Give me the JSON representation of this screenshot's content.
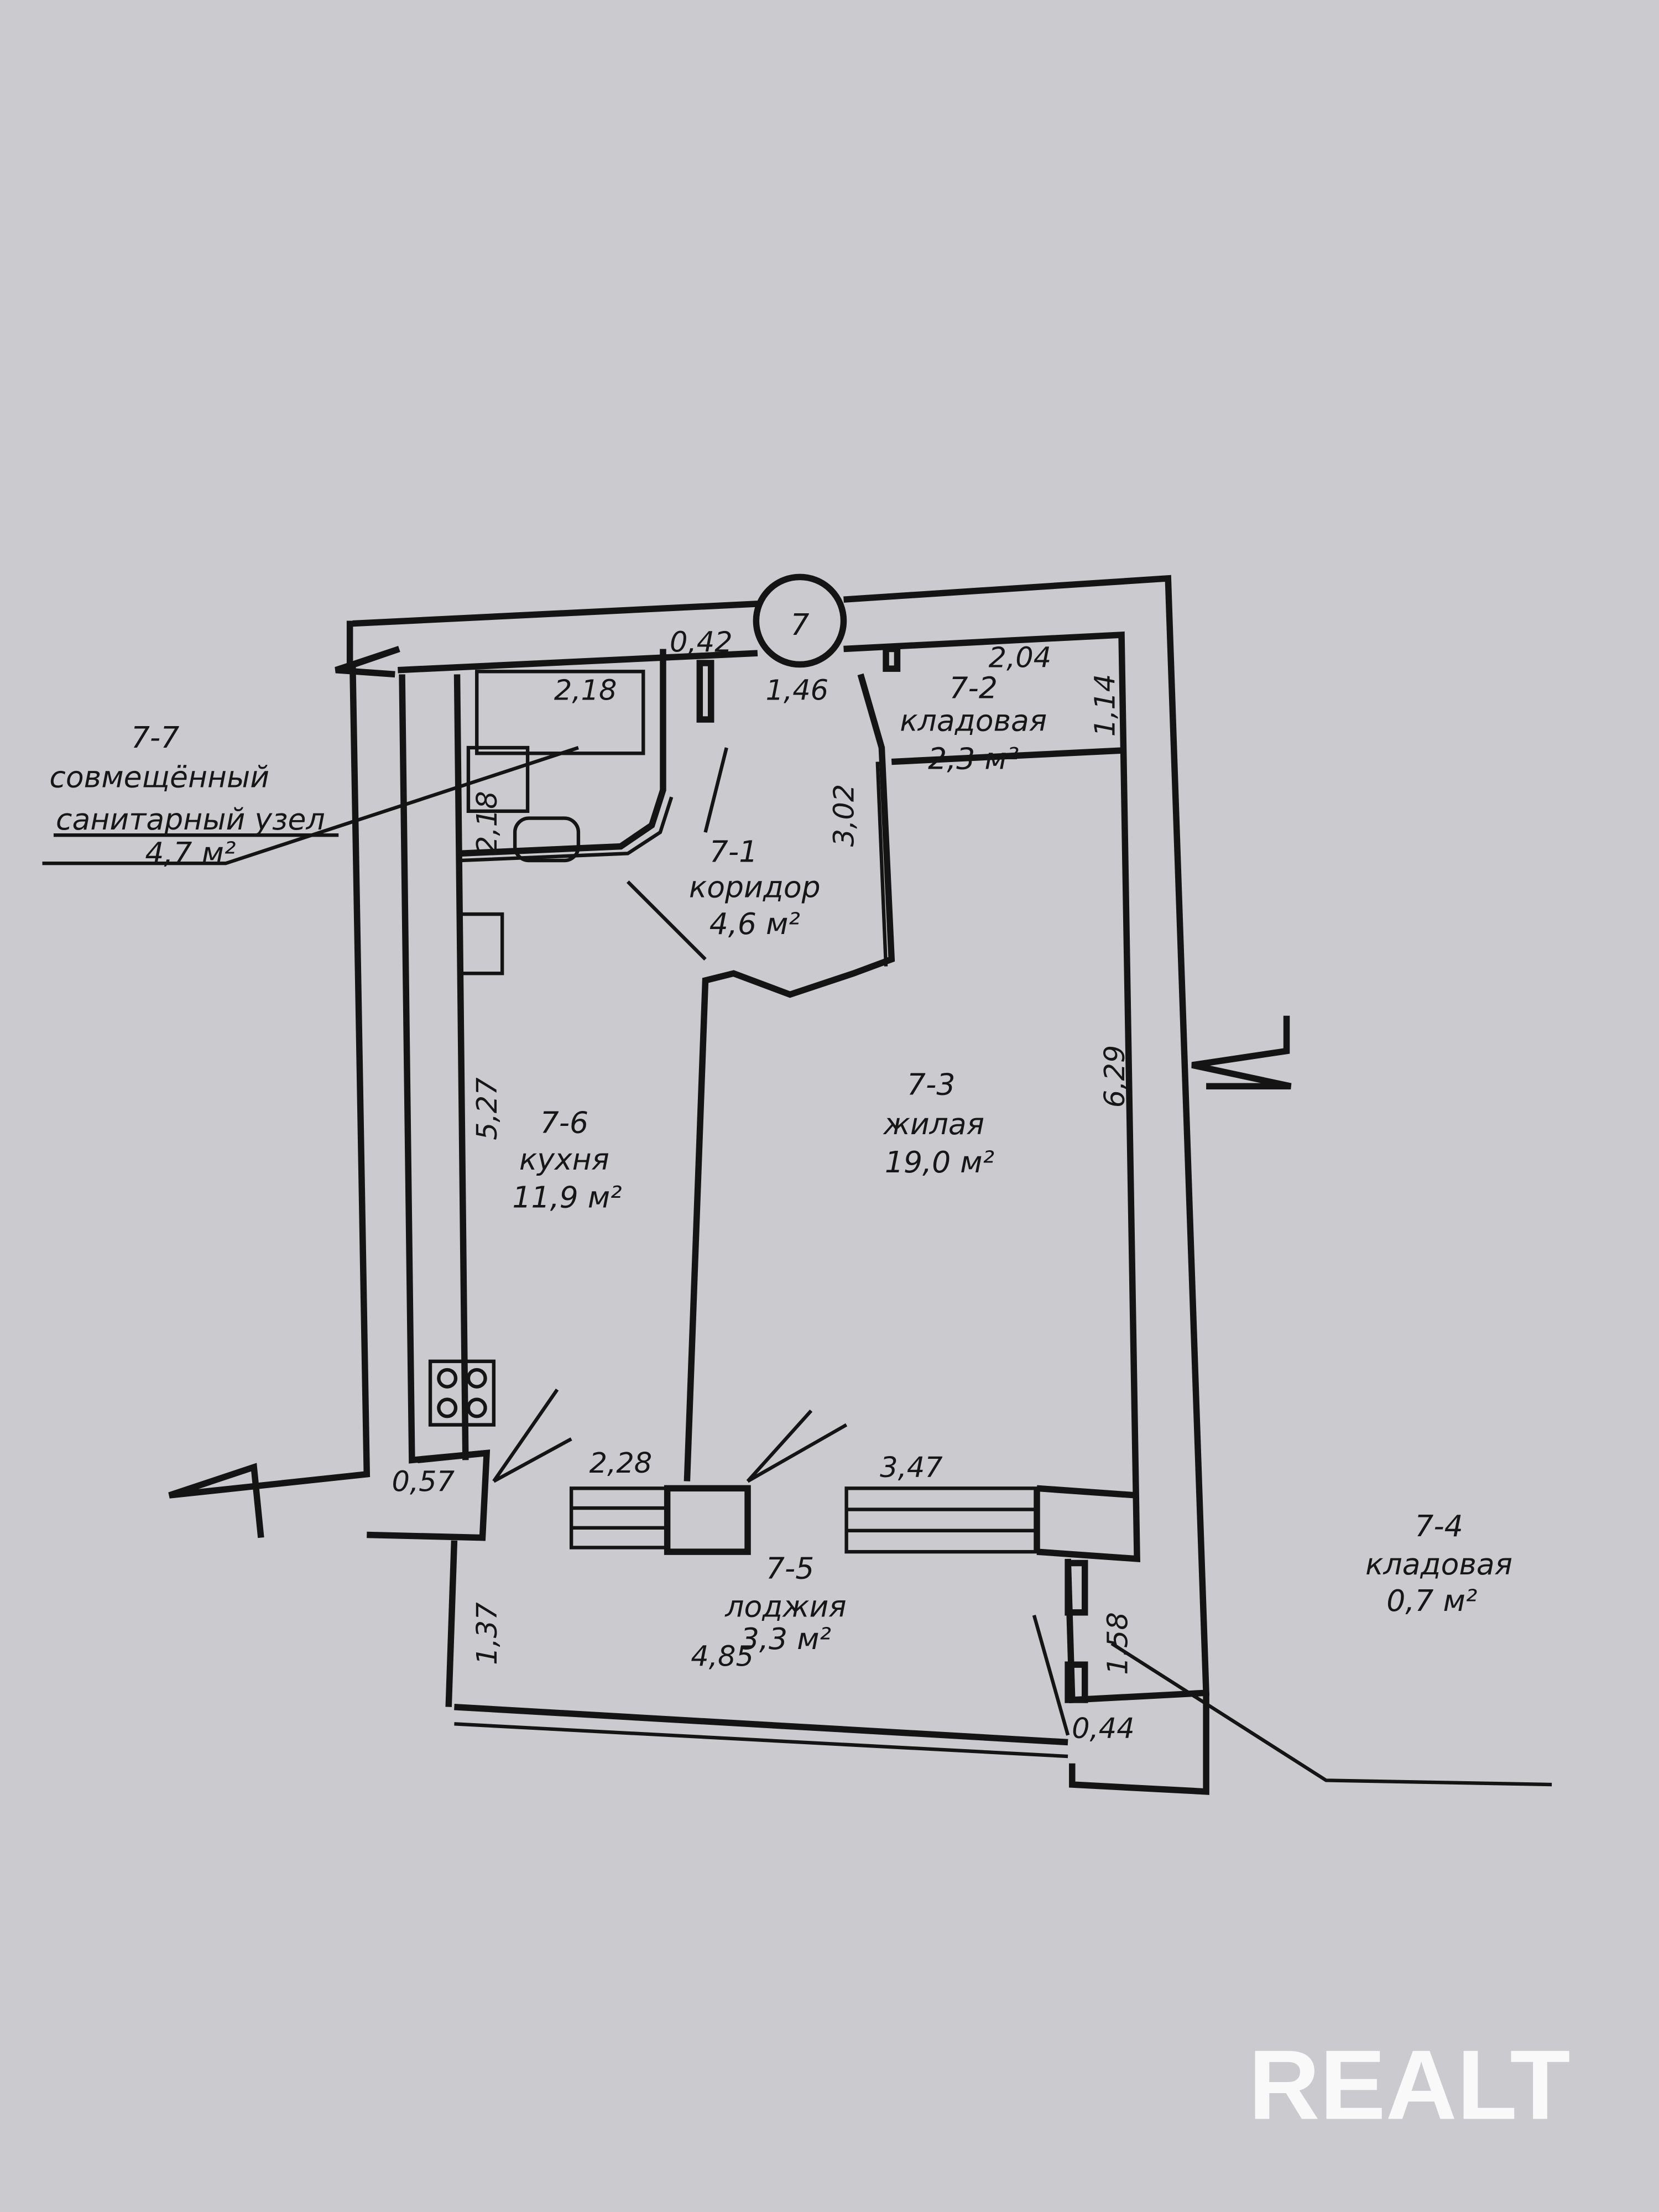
{
  "plan": {
    "apartment_number": "7",
    "rooms": [
      {
        "id": "7-1",
        "name": "коридор",
        "area": "4,6 м²"
      },
      {
        "id": "7-2",
        "name": "кладовая",
        "area": "2,3 м²"
      },
      {
        "id": "7-3",
        "name": "жилая",
        "area": "19,0 м²"
      },
      {
        "id": "7-4",
        "name": "кладовая",
        "area": "0,7 м²"
      },
      {
        "id": "7-5",
        "name": "лоджия",
        "area": "3,3 м²"
      },
      {
        "id": "7-6",
        "name": "кухня",
        "area": "11,9 м²"
      },
      {
        "id": "7-7",
        "name_line1": "совмещённый",
        "name_line2": "санитарный узел",
        "area": "4,7 м²"
      }
    ],
    "dimensions": {
      "d042": "0,42",
      "d218a": "2,18",
      "d146": "1,46",
      "d204": "2,04",
      "d114": "1,14",
      "d218b": "2,18",
      "d302": "3,02",
      "d527": "5,27",
      "d629": "6,29",
      "d228": "2,28",
      "d347": "3,47",
      "d057": "0,57",
      "d137": "1,37",
      "d485": "4,85",
      "d158": "1,58",
      "d044": "0,44"
    }
  },
  "watermark": "REALT",
  "colors": {
    "paper": "#cbcacf",
    "ink": "#141414"
  }
}
